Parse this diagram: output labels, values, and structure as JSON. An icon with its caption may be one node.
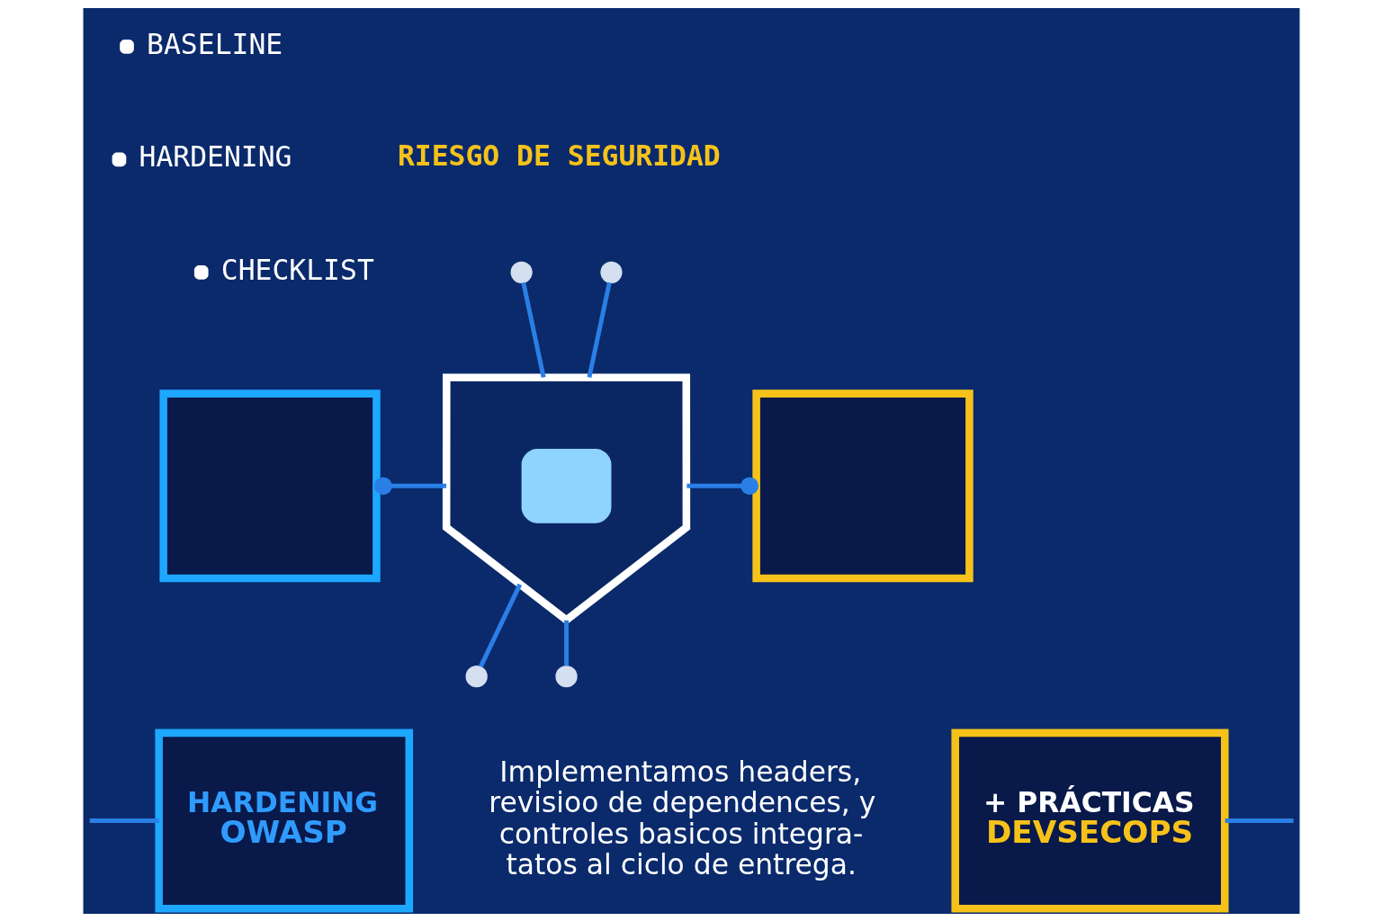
{
  "diagram": {
    "nodes": [
      {
        "text": [],
        "shape": "circle"
      },
      {
        "text": [],
        "shape": "circle"
      },
      {
        "text": [],
        "shape": "box"
      },
      {
        "text": [],
        "shape": "shield"
      },
      {
        "text": [],
        "shape": "box"
      },
      {
        "text": [],
        "shape": "circle"
      },
      {
        "text": [],
        "shape": "circle"
      },
      {
        "text": [
          "HARDENING",
          "OWASP"
        ]
      },
      {
        "text": [
          "+ PRÁCTICAS",
          "DEVSECOPS"
        ]
      }
    ],
    "edges": [
      {
        "from": 0,
        "to": 3,
        "arrow": "none"
      },
      {
        "from": 1,
        "to": 3,
        "arrow": "none"
      },
      {
        "from": 2,
        "to": 3,
        "arrow": "other"
      },
      {
        "from": 3,
        "to": 4,
        "arrow": "other"
      },
      {
        "from": 3,
        "to": 5,
        "arrow": "none"
      },
      {
        "from": 3,
        "to": 6,
        "arrow": "none"
      },
      {
        "from": null,
        "to": 7,
        "arrow": "none"
      },
      {
        "from": 8,
        "to": null,
        "arrow": "none"
      }
    ],
    "labels": [
      "BASELINE",
      "HARDENING",
      "CHECKLIST",
      "RIESGO DE SEGURIDAD",
      "Implementamos headers, revisioo de dependences, y controles basicos integra- tatos al ciclo de entrega."
    ]
  }
}
